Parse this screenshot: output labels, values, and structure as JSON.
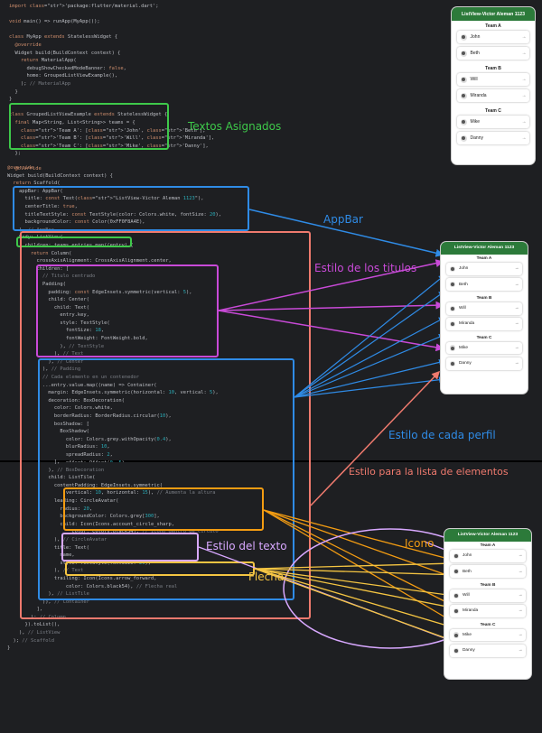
{
  "code_panel_1": {
    "lines": [
      [
        "import 'package:flutter/material.dart';"
      ],
      [
        ""
      ],
      [
        "void main() => runApp(MyApp());"
      ],
      [
        ""
      ],
      [
        "class MyApp extends StatelessWidget {"
      ],
      [
        "  @override"
      ],
      [
        "  Widget build(BuildContext context) {"
      ],
      [
        "    return MaterialApp("
      ],
      [
        "      debugShowCheckedModeBanner: false,"
      ],
      [
        "      home: GroupedListViewExample(),"
      ],
      [
        "    ); // MaterialApp"
      ],
      [
        "  }"
      ],
      [
        "}"
      ],
      [
        ""
      ],
      [
        "class GroupedListViewExample extends StatelessWidget {"
      ],
      [
        "  final Map<String, List<String>> teams = {"
      ],
      [
        "    'Team A': ['John', 'Beth'],"
      ],
      [
        "    'Team B': ['Will', 'Miranda'],"
      ],
      [
        "    'Team C': ['Mike', 'Danny'],"
      ],
      [
        "  };"
      ],
      [
        ""
      ],
      [
        "  @override"
      ],
      [
        "  Widget build(BuildContext context) {"
      ]
    ]
  },
  "code_panel_2": {
    "lines": [
      [
        "@override"
      ],
      [
        "Widget build(BuildContext context) {"
      ],
      [
        "  return Scaffold("
      ],
      [
        "    appBar: AppBar("
      ],
      [
        "      title: const Text(\"ListView-Victor Aleman 1123\"),"
      ],
      [
        "      centerTitle: true,"
      ],
      [
        "      titleTextStyle: const TextStyle(color: Colors.white, fontSize: 20),"
      ],
      [
        "      backgroundColor: const Color(0xFF0F8A4E),"
      ],
      [
        "    ), // AppBar"
      ],
      [
        "    body: ListView("
      ],
      [
        "      children: teams.entries.map((entry) {"
      ],
      [
        "        return Column("
      ],
      [
        "          crossAxisAlignment: CrossAxisAlignment.center,"
      ],
      [
        "          children: ["
      ],
      [
        "            // Titulo centrado"
      ],
      [
        "            Padding("
      ],
      [
        "              padding: const EdgeInsets.symmetric(vertical: 5),"
      ],
      [
        "              child: Center("
      ],
      [
        "                child: Text("
      ],
      [
        "                  entry.key,"
      ],
      [
        "                  style: TextStyle("
      ],
      [
        "                    fontSize: 18,"
      ],
      [
        "                    fontWeight: FontWeight.bold,"
      ],
      [
        "                  ), // TextStyle"
      ],
      [
        "                ), // Text"
      ],
      [
        "              ), // Center"
      ],
      [
        "            ), // Padding"
      ],
      [
        "            // Cada elemento en un contenedor"
      ],
      [
        "            ...entry.value.map((name) => Container("
      ],
      [
        "              margin: EdgeInsets.symmetric(horizontal: 10, vertical: 5),"
      ],
      [
        "              decoration: BoxDecoration("
      ],
      [
        "                color: Colors.white,"
      ],
      [
        "                borderRadius: BorderRadius.circular(10),"
      ],
      [
        "                boxShadow: ["
      ],
      [
        "                  BoxShadow("
      ],
      [
        "                    color: Colors.grey.withOpacity(0.4),"
      ],
      [
        "                    blurRadius: 10,"
      ],
      [
        "                    spreadRadius: 2,"
      ],
      [
        "                    offset: Offset(0, 5),"
      ],
      [
        "                  ), // BoxShadow"
      ]
    ]
  },
  "code_panel_3": {
    "lines": [
      [
        "                ],"
      ],
      [
        "              ), // BoxDecoration"
      ],
      [
        "              child: ListTile("
      ],
      [
        "                contentPadding: EdgeInsets.symmetric("
      ],
      [
        "                    vertical: 10, horizontal: 15), // Aumenta la altura"
      ],
      [
        "                leading: CircleAvatar("
      ],
      [
        "                  radius: 20,"
      ],
      [
        "                  backgroundColor: Colors.grey[300],"
      ],
      [
        "                  child: Icon(Icons.account_circle_sharp,"
      ],
      [
        "                      color: Colors.black54), // Icono dentro de circulo"
      ],
      [
        "                ), // CircleAvatar"
      ],
      [
        "                title: Text("
      ],
      [
        "                  name,"
      ],
      [
        "                  style: TextStyle(fontSize: 20),"
      ],
      [
        "                ), // Text"
      ],
      [
        "                trailing: Icon(Icons.arrow_forward,"
      ],
      [
        "                    color: Colors.black54), // Flecha real"
      ],
      [
        "              ), // ListTile"
      ],
      [
        "            )), // Container"
      ],
      [
        "          ],"
      ],
      [
        "        ); // Column"
      ],
      [
        "      }).toList(),"
      ],
      [
        "    ), // ListView"
      ],
      [
        "  ); // Scaffold"
      ],
      [
        "}"
      ]
    ]
  },
  "annotations": {
    "textos_asignados": "Textos Asignados",
    "appbar": "AppBar",
    "estilo_titulos": "Estilo de los titulos",
    "estilo_perfil": "Estilo de cada perfil",
    "estilo_lista": "Estilo para la lista de elementos",
    "icono": "Icono",
    "estilo_texto": "Estilo del texto",
    "flecha": "Flecha"
  },
  "colors": {
    "green": "#3ec94a",
    "blue": "#2f8be6",
    "magenta": "#c94ad8",
    "salmon": "#ef7a6e",
    "orange": "#f39c12",
    "yellow": "#f5c542",
    "violet": "#a08ce0",
    "appbar": "#2c7a3a"
  },
  "app": {
    "title": "ListView-Victor Aleman 1123",
    "groups": [
      {
        "team": "Team A",
        "members": [
          "John",
          "Beth"
        ]
      },
      {
        "team": "Team B",
        "members": [
          "Will",
          "Miranda"
        ]
      },
      {
        "team": "Team C",
        "members": [
          "Mike",
          "Danny"
        ]
      }
    ]
  }
}
